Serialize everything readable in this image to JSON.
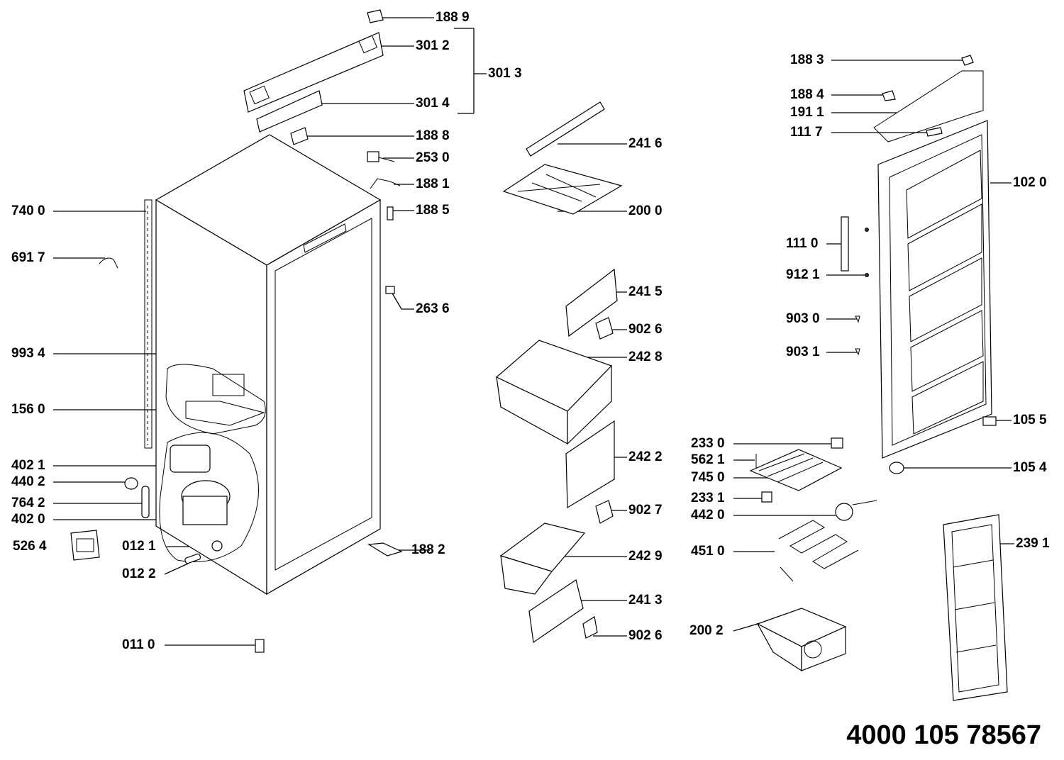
{
  "labels": [
    {
      "text": "188 9"
    },
    {
      "text": "301 2"
    },
    {
      "text": "301 3"
    },
    {
      "text": "301 4"
    },
    {
      "text": "188 8"
    },
    {
      "text": "253 0"
    },
    {
      "text": "188 1"
    },
    {
      "text": "188 5"
    },
    {
      "text": "740 0"
    },
    {
      "text": "691 7"
    },
    {
      "text": "263 6"
    },
    {
      "text": "993 4"
    },
    {
      "text": "156 0"
    },
    {
      "text": "402 1"
    },
    {
      "text": "440 2"
    },
    {
      "text": "764 2"
    },
    {
      "text": "402 0"
    },
    {
      "text": "526 4"
    },
    {
      "text": "012 1"
    },
    {
      "text": "012 2"
    },
    {
      "text": "188 2"
    },
    {
      "text": "011 0"
    },
    {
      "text": "241 6"
    },
    {
      "text": "200 0"
    },
    {
      "text": "241 5"
    },
    {
      "text": "902 6"
    },
    {
      "text": "242 8"
    },
    {
      "text": "242 2"
    },
    {
      "text": "902 7"
    },
    {
      "text": "242 9"
    },
    {
      "text": "241 3"
    },
    {
      "text": "902 6"
    },
    {
      "text": "188 3"
    },
    {
      "text": "188 4"
    },
    {
      "text": "191 1"
    },
    {
      "text": "111 7"
    },
    {
      "text": "102 0"
    },
    {
      "text": "111 0"
    },
    {
      "text": "912 1"
    },
    {
      "text": "903 0"
    },
    {
      "text": "903 1"
    },
    {
      "text": "105 5"
    },
    {
      "text": "105 4"
    },
    {
      "text": "233 0"
    },
    {
      "text": "562 1"
    },
    {
      "text": "745 0"
    },
    {
      "text": "233 1"
    },
    {
      "text": "442 0"
    },
    {
      "text": "451 0"
    },
    {
      "text": "200 2"
    },
    {
      "text": "239 1"
    }
  ],
  "catalog_number": "4000 105 78567"
}
